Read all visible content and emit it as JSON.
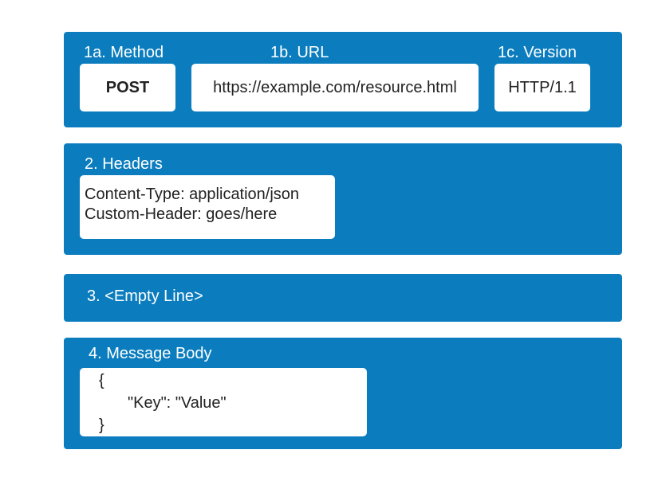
{
  "request_line": {
    "method_label": "1a. Method",
    "method_value": "POST",
    "url_label": "1b. URL",
    "url_value": "https://example.com/resource.html",
    "version_label": "1c. Version",
    "version_value": "HTTP/1.1"
  },
  "headers": {
    "label": "2. Headers",
    "lines": [
      "Content-Type: application/json",
      "Custom-Header: goes/here"
    ]
  },
  "empty_line": {
    "label": "3. <Empty Line>"
  },
  "body": {
    "label": "4. Message Body",
    "lines": [
      "{",
      "\"Key\": \"Value\"",
      "}"
    ]
  },
  "colors": {
    "panel": "#0b7dbe",
    "box": "#ffffff",
    "text_on_panel": "#ffffff",
    "text_in_box": "#222222"
  }
}
